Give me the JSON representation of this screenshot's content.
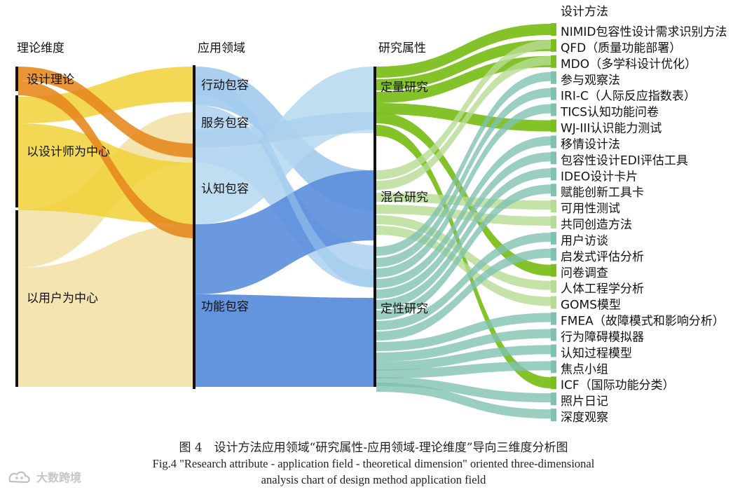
{
  "columns": {
    "theory": "理论维度",
    "field": "应用领域",
    "attribute": "研究属性",
    "method": "设计方法"
  },
  "theory_nodes": [
    {
      "id": "t_theory",
      "label": "设计理论"
    },
    {
      "id": "t_designer",
      "label": "以设计师为中心"
    },
    {
      "id": "t_user",
      "label": "以用户为中心"
    }
  ],
  "field_nodes": [
    {
      "id": "f_action",
      "label": "行动包容"
    },
    {
      "id": "f_service",
      "label": "服务包容"
    },
    {
      "id": "f_cognitive",
      "label": "认知包容"
    },
    {
      "id": "f_function",
      "label": "功能包容"
    }
  ],
  "attribute_nodes": [
    {
      "id": "a_quant",
      "label": "定量研究"
    },
    {
      "id": "a_mixed",
      "label": "混合研究"
    },
    {
      "id": "a_qual",
      "label": "定性研究"
    }
  ],
  "methods": [
    "NIMID包容性设计需求识别方法",
    "QFD（质量功能部署）",
    "MDO（多学科设计优化）",
    "参与观察法",
    "IRI-C（人际反应指数表）",
    "TICS认知功能问卷",
    "WJ-III认识能力测试",
    "移情设计法",
    "包容性设计EDI评估工具",
    "IDEO设计卡片",
    "赋能创新工具卡",
    "可用性测试",
    "共同创造方法",
    "用户访谈",
    "启发式评估分析",
    "问卷调查",
    "人体工程学分析",
    "GOMS模型",
    "FMEA（故障模式和影响分析）",
    "行为障碍模拟器",
    "认知过程模型",
    "焦点小组",
    "ICF（国际功能分类）",
    "照片日记",
    "深度观察"
  ],
  "caption": {
    "cn": "图 4　设计方法应用领域“研究属性-应用领域-理论维度”导向三维度分析图",
    "en_line1": "Fig.4 \"Research attribute - application field - theoretical dimension\" oriented three-dimensional",
    "en_line2": "analysis chart of design method application field"
  },
  "watermark": "大数跨境",
  "colors": {
    "theory_theory": "#e58a1f",
    "theory_designer": "#f0d136",
    "theory_user": "#f2dfa2",
    "field_action": "#9cc8ec",
    "field_service": "#a7cdef",
    "field_cognitive": "#b4d8f0",
    "field_function": "#5b8edb",
    "attr_quant": "#7cbf1c",
    "attr_mixed": "#b6dc93",
    "attr_qual": "#7fc2b0",
    "node_bar": "#111111"
  }
}
